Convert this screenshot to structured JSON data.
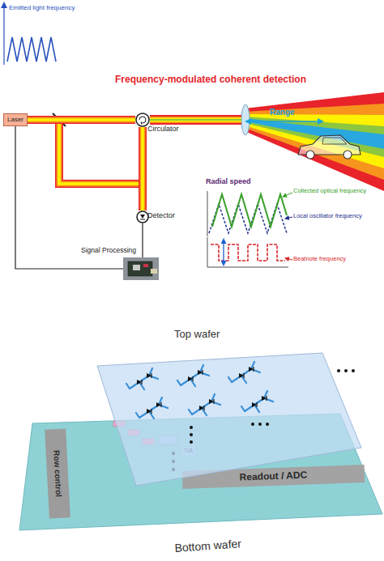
{
  "diagram": {
    "title": "Frequency-modulated coherent detection",
    "nodes": [
      {
        "text": [
          "Laser"
        ]
      },
      {
        "text": [
          "Circulator"
        ]
      },
      {
        "text": [
          "Detector"
        ]
      },
      {
        "text": [
          "Signal Processing"
        ]
      },
      {
        "text": [
          "Top wafer"
        ]
      },
      {
        "text": [
          "Bottom wafer"
        ]
      },
      {
        "text": [
          "Row control"
        ],
        "in": 5
      },
      {
        "text": [
          "Readout / ADC"
        ],
        "in": 5
      }
    ],
    "edges": [
      {
        "from": 0,
        "to": 1,
        "arrow": "none"
      },
      {
        "from": 1,
        "to": 2,
        "arrow": "none"
      },
      {
        "from": 0,
        "to": 2,
        "arrow": "none"
      },
      {
        "from": 2,
        "to": 3,
        "arrow": "none"
      },
      {
        "from": 3,
        "to": 0,
        "arrow": "none"
      }
    ],
    "labels": [
      "Emitted light frequency",
      "Range",
      "Radial speed",
      "Collected optical frequency",
      "Local oscillator frequency",
      "Beatnote frequency",
      "TIA"
    ]
  }
}
